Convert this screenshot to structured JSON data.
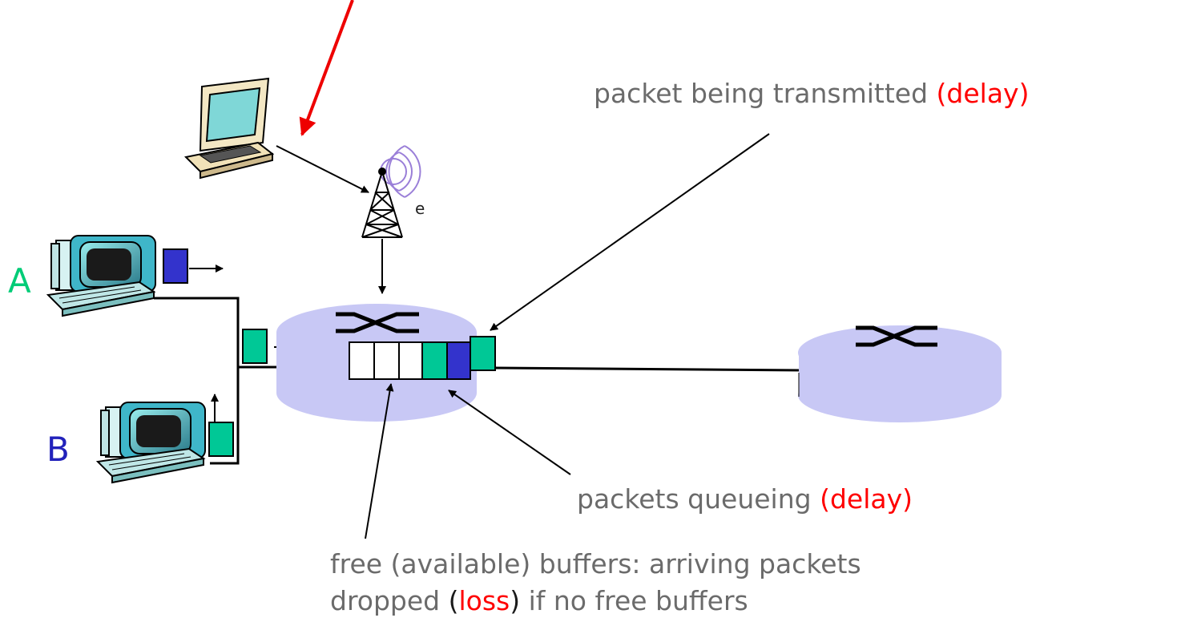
{
  "labels": {
    "transmitted": {
      "text": "packet being transmitted ",
      "paren": "(delay)"
    },
    "queueing": {
      "text": "packets queueing ",
      "paren": "(delay)"
    },
    "free_buffers": {
      "line1": "free (available) buffers: arriving packets",
      "line2_pre": "dropped ",
      "line2_open": "(",
      "line2_word": "loss",
      "line2_close": ")",
      "line2_post": " if no free buffers"
    }
  },
  "hosts": {
    "a": "A",
    "b": "B"
  },
  "tower_partial_label": "e",
  "colors": {
    "router_fill": "#c8c8f5",
    "packet_green": "#00c896",
    "packet_blue": "#3333cc",
    "highlight": "#ff0000",
    "label_gray": "#6b6b6b",
    "host_a": "#00cc77",
    "host_b": "#2222bb",
    "pointer_arrow": "#ee0000"
  },
  "icons": [
    "laptop-icon",
    "antenna-tower-icon",
    "desktop-computer-icon",
    "router-switch-icon"
  ]
}
